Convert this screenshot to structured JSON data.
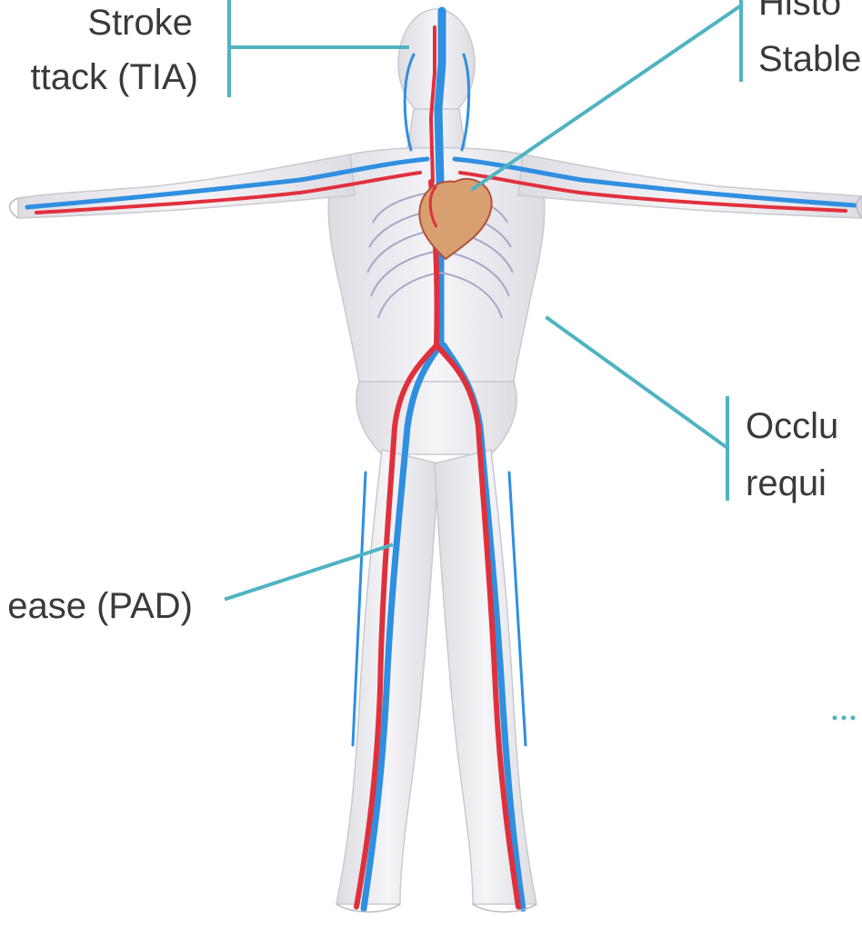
{
  "labels": {
    "stroke": "Stroke",
    "tia": "ttack (TIA)",
    "history": "Histo",
    "stable": "Stable",
    "occlusion": "Occlu",
    "requiring": "requi",
    "pad": "ease (PAD)"
  },
  "colors": {
    "leader_line": "#4fb3c2",
    "label_text": "#3a3a3a",
    "body_fill": "#ececf0",
    "artery": "#e0303c",
    "vein": "#2f8fe0"
  },
  "icons": {
    "figure": "human-circulatory-system-illustration",
    "heart": "heart-icon",
    "ellipsis": "dotted-ellipsis-icon"
  }
}
